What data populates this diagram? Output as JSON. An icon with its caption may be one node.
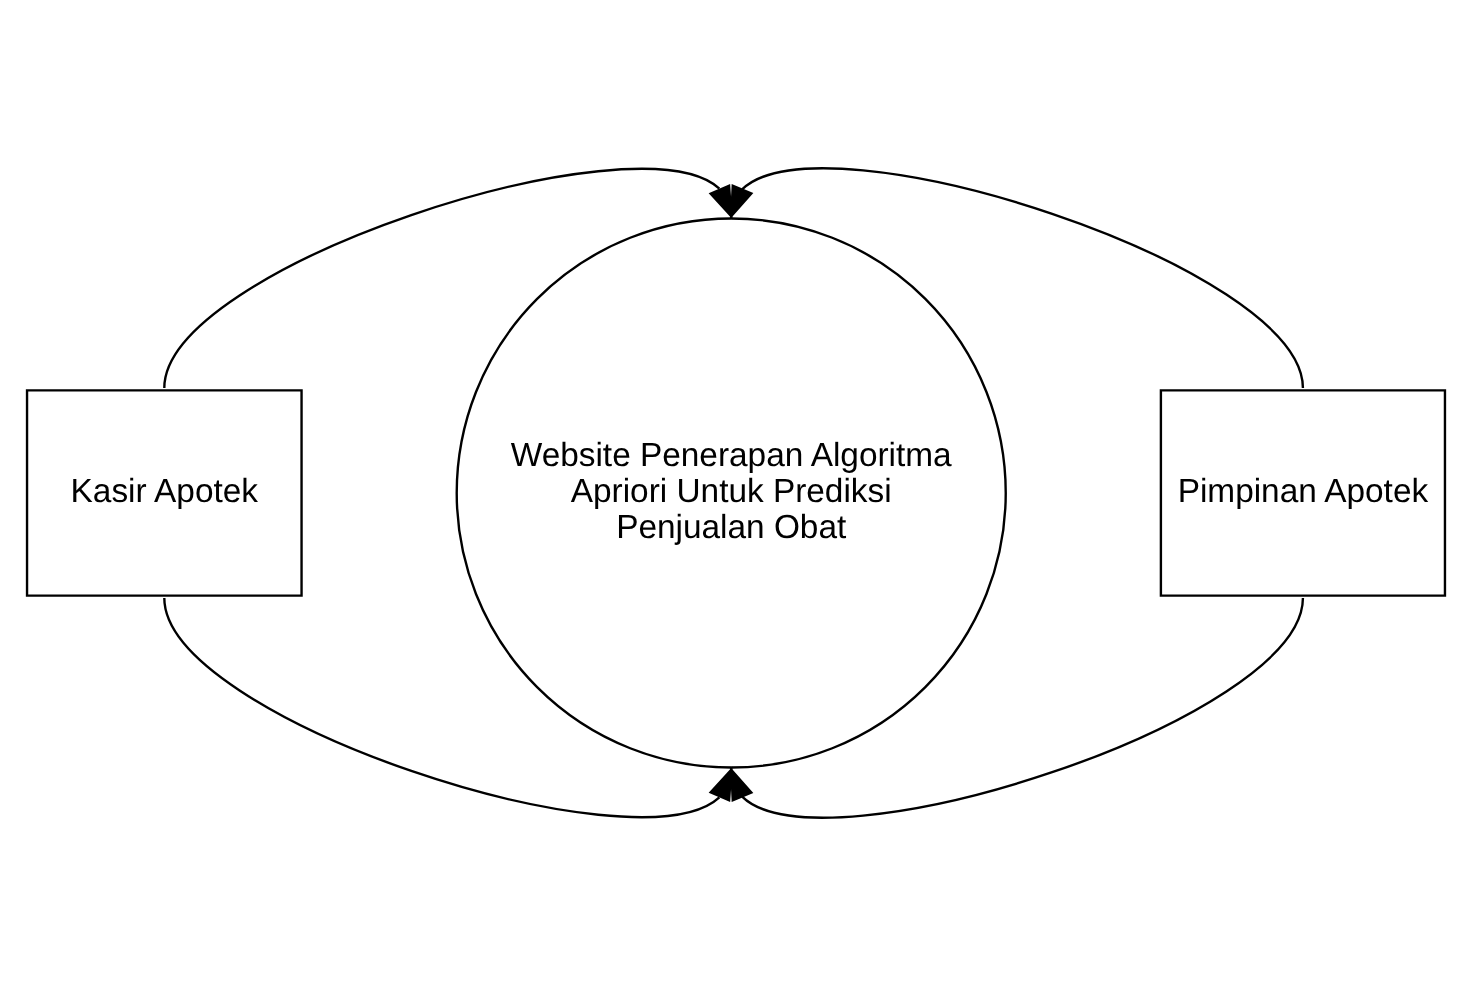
{
  "diagram": {
    "nodes": [
      {
        "text": [
          "Kasir Apotek"
        ]
      },
      {
        "text": [
          "Website Penerapan Algoritma Apriori Untuk Prediksi Penjualan Obat"
        ]
      },
      {
        "text": [
          "Pimpinan Apotek"
        ]
      }
    ],
    "edges": [
      {
        "from": 0,
        "to": 1,
        "arrow": "to"
      },
      {
        "from": 0,
        "to": 1,
        "arrow": "to"
      },
      {
        "from": 2,
        "to": 1,
        "arrow": "to"
      },
      {
        "from": 2,
        "to": 1,
        "arrow": "to"
      }
    ]
  }
}
